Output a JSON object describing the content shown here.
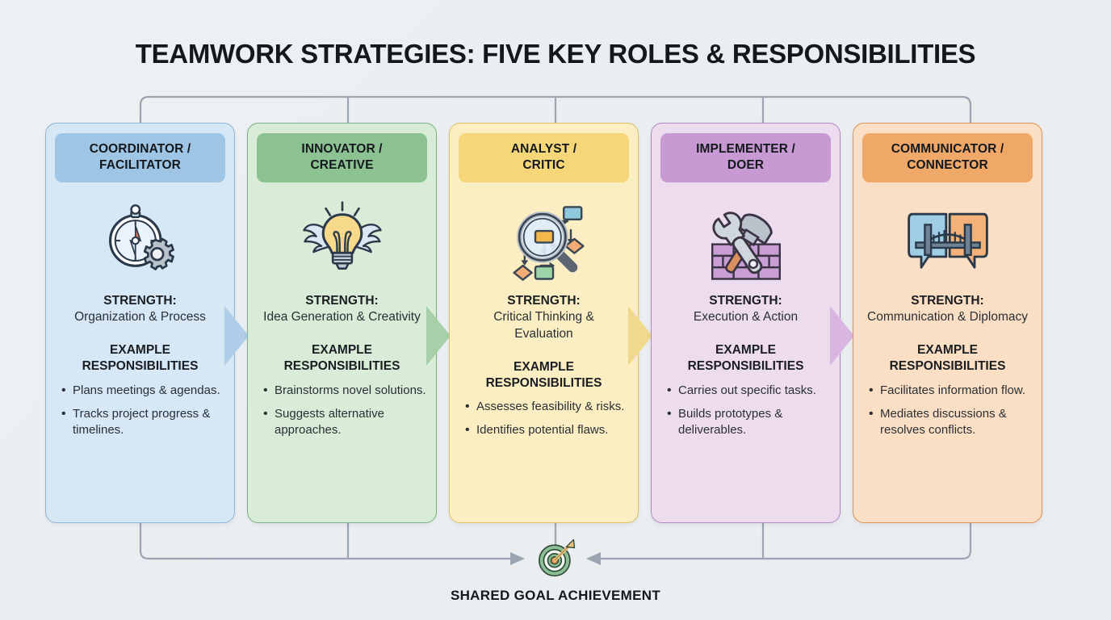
{
  "page": {
    "title": "TEAMWORK STRATEGIES: FIVE KEY ROLES & RESPONSIBILITIES",
    "background_color": "#eceff1"
  },
  "labels": {
    "strength": "STRENGTH:",
    "responsibilities_line1": "EXAMPLE",
    "responsibilities_line2": "RESPONSIBILITIES"
  },
  "cards": [
    {
      "title_line1": "COORDINATOR /",
      "title_line2": "FACILITATOR",
      "icon": "compass-gear-icon",
      "strength": "Organization & Process",
      "responsibilities": [
        "Plans meetings & agendas.",
        "Tracks project progress & timelines."
      ],
      "body_color": "#d6e7f5",
      "header_color": "#9fc5e4",
      "border_color": "#8fb4d4",
      "chevron_color": "#afcce8"
    },
    {
      "title_line1": "INNOVATOR /",
      "title_line2": "CREATIVE",
      "icon": "winged-lightbulb-icon",
      "strength": "Idea Generation & Creativity",
      "responsibilities": [
        "Brainstorms novel solutions.",
        "Suggests alternative approaches."
      ],
      "body_color": "#d8ecd7",
      "header_color": "#8cc292",
      "border_color": "#7faf86",
      "chevron_color": "#a8d0a8"
    },
    {
      "title_line1": "ANALYST /",
      "title_line2": "CRITIC",
      "icon": "magnifier-flowchart-icon",
      "strength": "Critical Thinking & Evaluation",
      "responsibilities": [
        "Assesses feasibility & risks.",
        "Identifies potential flaws."
      ],
      "body_color": "#fbeec2",
      "header_color": "#f5d779",
      "border_color": "#dcc067",
      "chevron_color": "#f0d98d"
    },
    {
      "title_line1": "IMPLEMENTER /",
      "title_line2": "DOER",
      "icon": "hammer-wrench-bricks-icon",
      "strength": "Execution & Action",
      "responsibilities": [
        "Carries out specific tasks.",
        "Builds prototypes & deliverables."
      ],
      "body_color": "#eddcee",
      "header_color": "#c79ad3",
      "border_color": "#b288bd",
      "chevron_color": "#d9b6e0"
    },
    {
      "title_line1": "COMMUNICATOR /",
      "title_line2": "CONNECTOR",
      "icon": "speech-bubbles-bridge-icon",
      "strength": "Communication & Diplomacy",
      "responsibilities": [
        "Facilitates information flow.",
        "Mediates discussions & resolves conflicts."
      ],
      "body_color": "#fbdfc4",
      "header_color": "#f0a869",
      "border_color": "#dd9256",
      "chevron_color": "#f5c79c"
    }
  ],
  "goal": {
    "label": "SHARED GOAL ACHIEVEMENT",
    "icon": "target-arrow-icon"
  },
  "connector": {
    "line_color": "#9aa5b1",
    "arrow_color": "#9aa5b1"
  }
}
